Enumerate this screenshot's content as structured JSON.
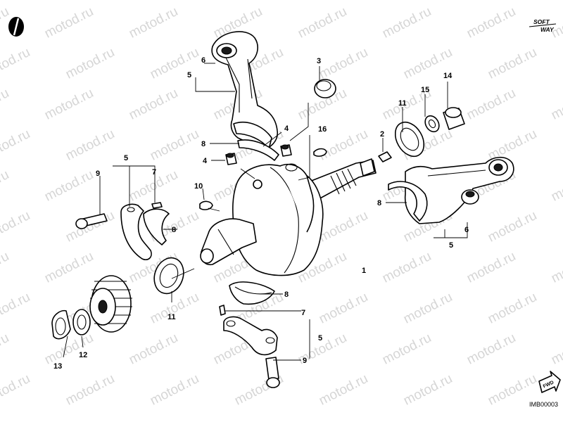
{
  "watermark": {
    "text": "motod.ru"
  },
  "brand": {
    "line1": "SOFT",
    "line2": "WAY"
  },
  "image_code": "IMB00003",
  "fwd_label": "FWD",
  "callouts": {
    "c1": "1",
    "c2": "2",
    "c3": "3",
    "c4a": "4",
    "c4b": "4",
    "c5a": "5",
    "c5b": "5",
    "c5c": "5",
    "c5d": "5",
    "c6a": "6",
    "c6b": "6",
    "c7a": "7",
    "c7b": "7",
    "c8a": "8",
    "c8b": "8",
    "c8c": "8",
    "c8d": "8",
    "c9a": "9",
    "c9b": "9",
    "c10": "10",
    "c11a": "11",
    "c11b": "11",
    "c12": "12",
    "c13": "13",
    "c14": "14",
    "c15": "15",
    "c16": "16"
  },
  "icons": {
    "logo": "circle-slash-logo-icon",
    "fwd": "fwd-arrow-icon"
  }
}
